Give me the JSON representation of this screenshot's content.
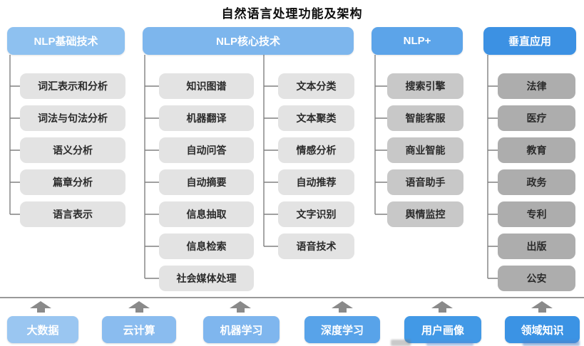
{
  "title": "自然语言处理功能及架构",
  "columns": [
    {
      "header": "NLP基础技术",
      "header_color": "#8EC1F0",
      "box_color": "#E3E3E3",
      "items": [
        "词汇表示和分析",
        "词法与句法分析",
        "语义分析",
        "篇章分析",
        "语言表示"
      ]
    },
    {
      "header": "NLP核心技术",
      "header_color": "#7DB6ED",
      "box_color": "#E3E3E3",
      "left_items": [
        "知识图谱",
        "机器翻译",
        "自动问答",
        "自动摘要",
        "信息抽取",
        "信息检索",
        "社会媒体处理"
      ],
      "right_items": [
        "文本分类",
        "文本聚类",
        "情感分析",
        "自动推荐",
        "文字识别",
        "语音技术"
      ]
    },
    {
      "header": "NLP+",
      "header_color": "#5CA4E9",
      "box_color": "#C8C8C8",
      "items": [
        "搜索引擎",
        "智能客服",
        "商业智能",
        "语音助手",
        "舆情监控"
      ]
    },
    {
      "header": "垂直应用",
      "header_color": "#3C91E3",
      "box_color": "#ADADAD",
      "items": [
        "法律",
        "医疗",
        "教育",
        "政务",
        "专利",
        "出版",
        "公安"
      ]
    }
  ],
  "foundation": {
    "items": [
      {
        "label": "大数据",
        "color": "#9AC6F1"
      },
      {
        "label": "云计算",
        "color": "#8ABCEF"
      },
      {
        "label": "机器学习",
        "color": "#7FB6EE"
      },
      {
        "label": "深度学习",
        "color": "#58A3E9"
      },
      {
        "label": "用户画像",
        "color": "#4299E6"
      },
      {
        "label": "领域知识",
        "color": "#3B93E4"
      }
    ]
  },
  "connector_color": "#808080",
  "arrow_color": "#8A8A8A"
}
